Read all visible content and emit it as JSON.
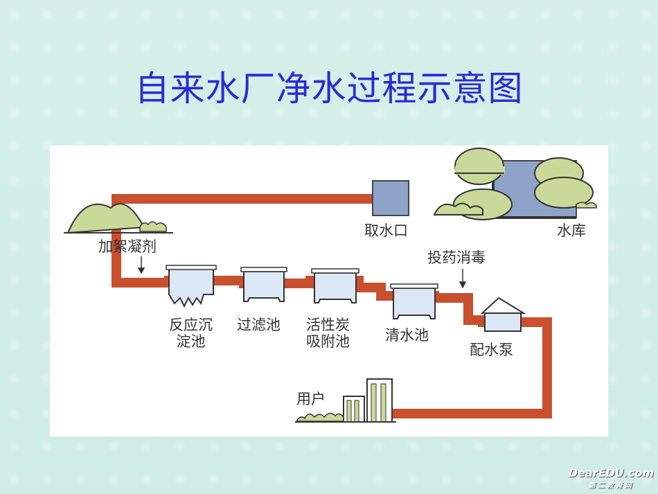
{
  "title": "自来水厂净水过程示意图",
  "labels": {
    "coagulant": "加絮凝剂",
    "intake": "取水口",
    "reservoir": "水库",
    "disinfect": "投药消毒",
    "sedimentation_l1": "反应沉",
    "sedimentation_l2": "淀池",
    "filter": "过滤池",
    "carbon_l1": "活性炭",
    "carbon_l2": "吸附池",
    "clear": "清水池",
    "pump": "配水泵",
    "user": "用户"
  },
  "colors": {
    "pipe": "#c8502f",
    "tank_water": "#dde8f6",
    "tank_border": "#333333",
    "tree": "#c9d99a",
    "reservoir": "#8fa3c8",
    "title": "#2a2ad8"
  },
  "watermark": {
    "line1": "DearEDU.com",
    "line2": "第二教育网"
  }
}
